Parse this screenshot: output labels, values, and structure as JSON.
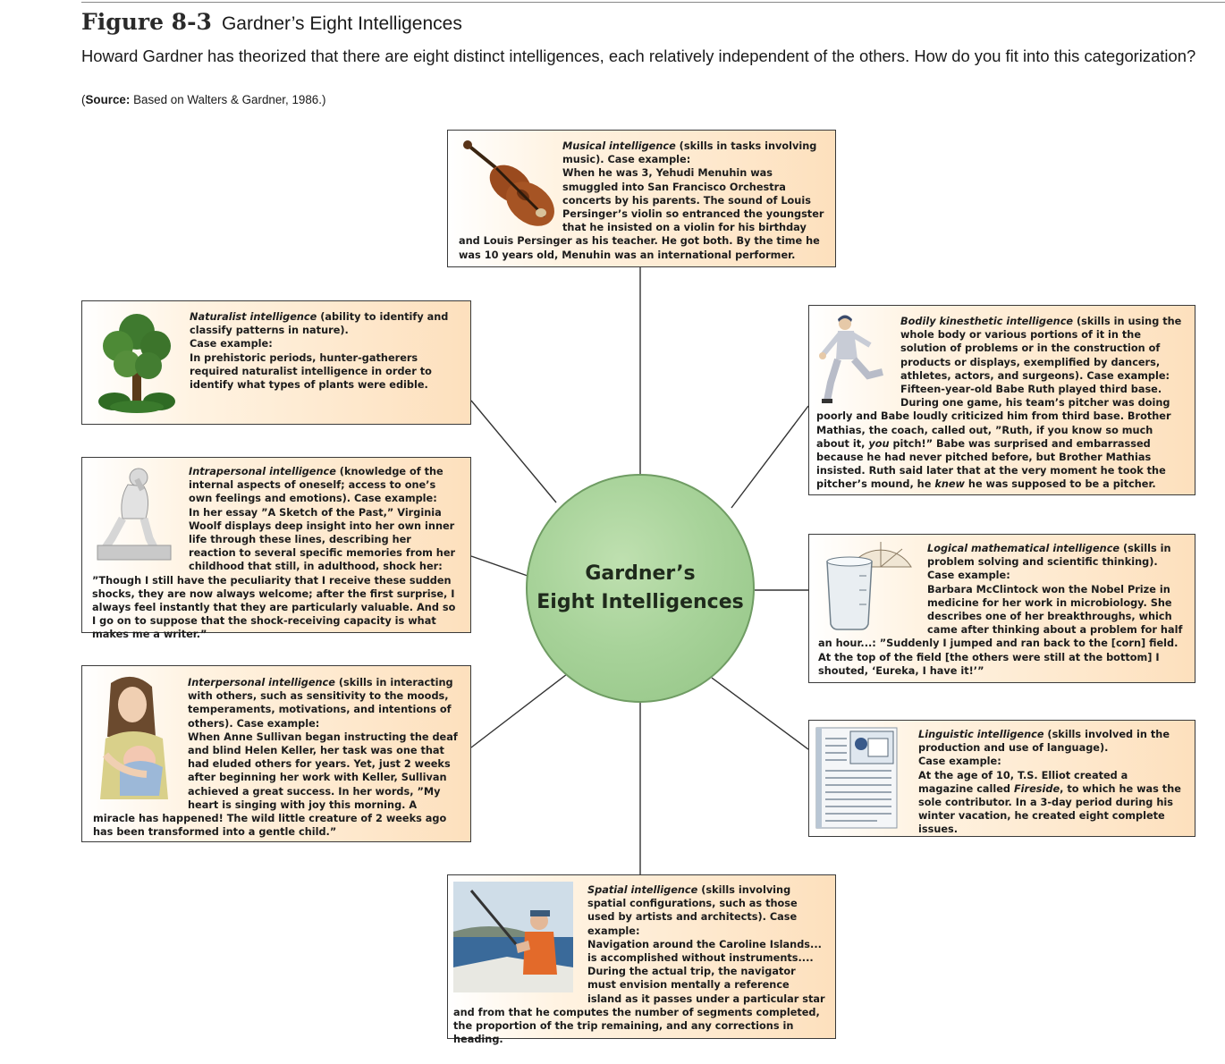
{
  "figure": {
    "number": "Figure 8-3",
    "title": "Gardner’s Eight Intelligences",
    "intro": "Howard Gardner has theorized that there are eight distinct intelligences, each relatively independent of the others. How do you fit into this categorization?",
    "source_label": "Source:",
    "source_text": "Based on Walters & Gardner, 1986."
  },
  "hub": {
    "line1": "Gardner’s",
    "line2": "Eight Intelligences",
    "color": "#a8d39a"
  },
  "intelligences": {
    "musical": {
      "title": "Musical intelligence",
      "desc": " (skills in tasks involving music). ",
      "label": "Case example:",
      "example": "When he was 3, Yehudi Menuhin was smuggled into San Francisco Orchestra concerts by his parents. The sound of Louis Persinger’s violin so entranced the youngster that he insisted on a violin for his birthday and Louis Persinger as his teacher. He got both. By the time he was 10 years old, Menuhin was an international performer.",
      "icon": "violin-icon"
    },
    "naturalist": {
      "title": "Naturalist intelligence",
      "desc": " (ability to identify and classify patterns in nature). ",
      "label": "Case example:",
      "example": "In prehistoric periods, hunter-gatherers required naturalist intelligence in order to identify what types of plants were edible.",
      "icon": "tree-icon"
    },
    "bodily": {
      "title": "Bodily kinesthetic intelligence",
      "desc": " (skills in using the whole body or various portions of it in the solution of problems or in the construction of products or displays, exemplified by dancers, athletes, actors, and surgeons). ",
      "label": "Case example:",
      "example_a": "Fifteen-year-old Babe Ruth played third base. During one game, his team’s pitcher was doing poorly and Babe loudly criticized him from third base. Brother Mathias, the coach, called out, ”Ruth, if you know so much about it, ",
      "example_em1": "you",
      "example_b": " pitch!” Babe was surprised and embarrassed because he had never pitched before, but Brother Mathias insisted. Ruth said later that at the very moment he took the pitcher’s mound, he ",
      "example_em2": "knew",
      "example_c": " he was supposed to be a pitcher.",
      "icon": "baseball-pitcher-icon"
    },
    "intrapersonal": {
      "title": "Intrapersonal intelligence",
      "desc": " (knowledge of the internal aspects of oneself; access to one’s own feelings and emotions). ",
      "label": "Case example:",
      "example": "In her essay ”A Sketch of the Past,” Virginia Woolf displays deep insight into her own inner life through these lines, describing her reaction to several specific memories from her childhood that still, in adulthood, shock her: ”Though I still have the peculiarity that I receive these sudden shocks, they are now always welcome; after the first surprise, I always feel instantly that they are particularly valuable. And so I go on to suppose that the shock-receiving capacity is what makes me a writer.”",
      "icon": "thinker-statue-icon"
    },
    "logical": {
      "title": "Logical mathematical intelligence",
      "desc": " (skills in problem solving and scientific thinking). ",
      "label": "Case example:",
      "example": "Barbara McClintock won the Nobel Prize in medicine for her work in microbiology. She describes one of her breakthroughs, which came after thinking about a problem for half an hour...: ”Suddenly I jumped and ran back to the [corn] field. At the top of the field [the others were still at the bottom] I shouted, ‘Eureka, I have it!’”",
      "icon": "beaker-protractor-icon"
    },
    "interpersonal": {
      "title": "Interpersonal intelligence",
      "desc": " (skills in interacting with others, such as sensitivity to the moods, temperaments, motivations, and intentions of others). ",
      "label": "Case example:",
      "example": "When Anne Sullivan began instructing the deaf and blind Helen Keller, her task was one that had eluded others for years. Yet, just 2 weeks after beginning her work with Keller, Sullivan achieved a great success. In her words, ”My heart is singing with joy this morning. A miracle has happened! The wild little creature of 2 weeks ago has been transformed into a gentle child.”",
      "icon": "mother-child-icon"
    },
    "linguistic": {
      "title": "Linguistic intelligence",
      "desc": " (skills involved in the production and use of language). ",
      "label": "Case example:",
      "example_a": "At the age of 10, T.S. Elliot created a magazine called ",
      "example_em": "Fireside",
      "example_b": ", to which he was the sole contributor. In a 3-day period during his winter vacation, he created eight complete issues.",
      "icon": "magazine-page-icon"
    },
    "spatial": {
      "title": "Spatial intelligence",
      "desc": " (skills involving spatial configurations, such as those used by artists and architects). ",
      "label": "Case example:",
      "example": "Navigation around the Caroline Islands... is accomplished without instruments.... During the actual trip, the navigator must envision mentally a reference island as it passes under a particular star and from that he computes the number of segments completed, the proportion of the trip remaining, and any corrections in heading.",
      "icon": "navigator-boat-icon"
    },
    "card_colors": {
      "border": "#3a3a3a",
      "fill_start": "#ffffff",
      "fill_end": "#fde0bd"
    }
  }
}
